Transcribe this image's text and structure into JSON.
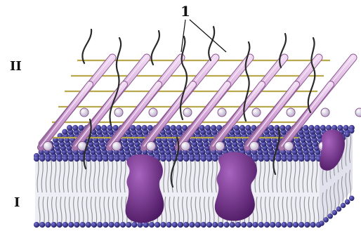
{
  "labels": {
    "callout": "1",
    "upper_layer": "II",
    "lower_layer": "I"
  },
  "colors": {
    "rod_fill": "#d6a9d9",
    "rod_edge": "#8a5a8f",
    "bead": "#d9cfe6",
    "lipid_head": "#2e2a7a",
    "lipid_tail": "#8e8e8e",
    "protein": "#6f2f86",
    "fibre": "#b8a94c",
    "strand": "#2a2a2a"
  },
  "icons": [
    "membrane-lipid-bilayer",
    "protein-rod-network",
    "integral-protein"
  ]
}
